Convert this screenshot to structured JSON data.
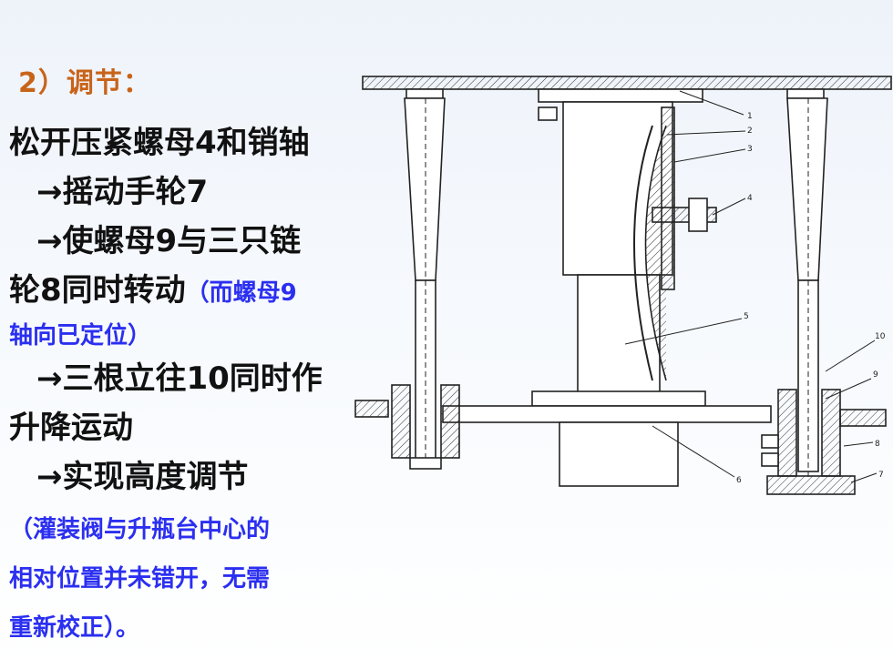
{
  "heading": "2）调节：",
  "lines": [
    "松开压紧螺母4和销轴",
    "→摇动手轮7",
    "→使螺母9与三只链",
    "轮8同时转动",
    "（而螺母9",
    "轴向已定位）",
    "→三根立往10同时作",
    "升降运动",
    "→实现高度调节"
  ],
  "note": [
    "（灌装阀与升瓶台中心的",
    "相对位置并未错开，无需",
    "重新校正）。"
  ],
  "diagram": {
    "callouts": [
      "1",
      "2",
      "3",
      "4",
      "5",
      "6",
      "7",
      "8",
      "9",
      "10"
    ]
  }
}
